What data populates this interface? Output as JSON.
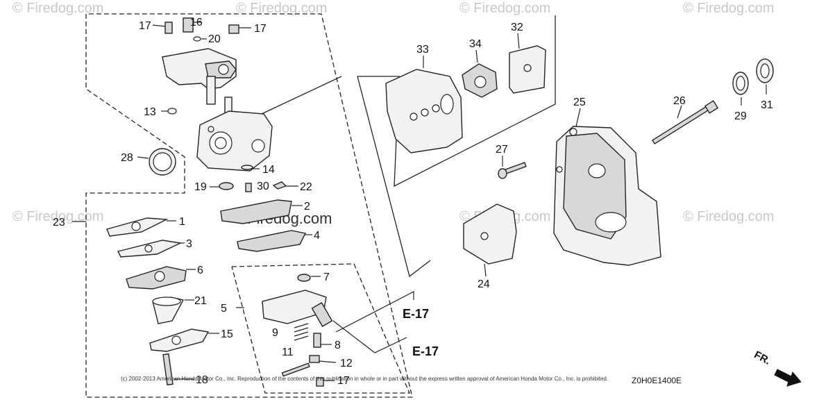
{
  "watermarks": {
    "text": "© Firedog.com",
    "center_text": "©Firedog.com"
  },
  "callouts": {
    "c1": "1",
    "c2": "2",
    "c3": "3",
    "c4": "4",
    "c5": "5",
    "c6": "6",
    "c7": "7",
    "c8": "8",
    "c9": "9",
    "c11": "11",
    "c12": "12",
    "c13": "13",
    "c14": "14",
    "c15": "15",
    "c16": "16",
    "c17a": "17",
    "c17b": "17",
    "c17c": "17",
    "c18": "18",
    "c19": "19",
    "c20": "20",
    "c21": "21",
    "c22": "22",
    "c23": "23",
    "c24": "24",
    "c25": "25",
    "c26": "26",
    "c27": "27",
    "c28": "28",
    "c29": "29",
    "c30": "30",
    "c31": "31",
    "c32": "32",
    "c33": "33",
    "c34": "34"
  },
  "references": {
    "ref1": "E-17",
    "ref2": "E-17"
  },
  "copyright": "(c) 2002-2013 American Honda Motor Co., Inc. Reproduction of the contents of this publication in whole or in part without the express written approval of American Honda Motor Co., Inc. is prohibited.",
  "diagram_code": "Z0H0E1400E",
  "direction_label": "FR."
}
